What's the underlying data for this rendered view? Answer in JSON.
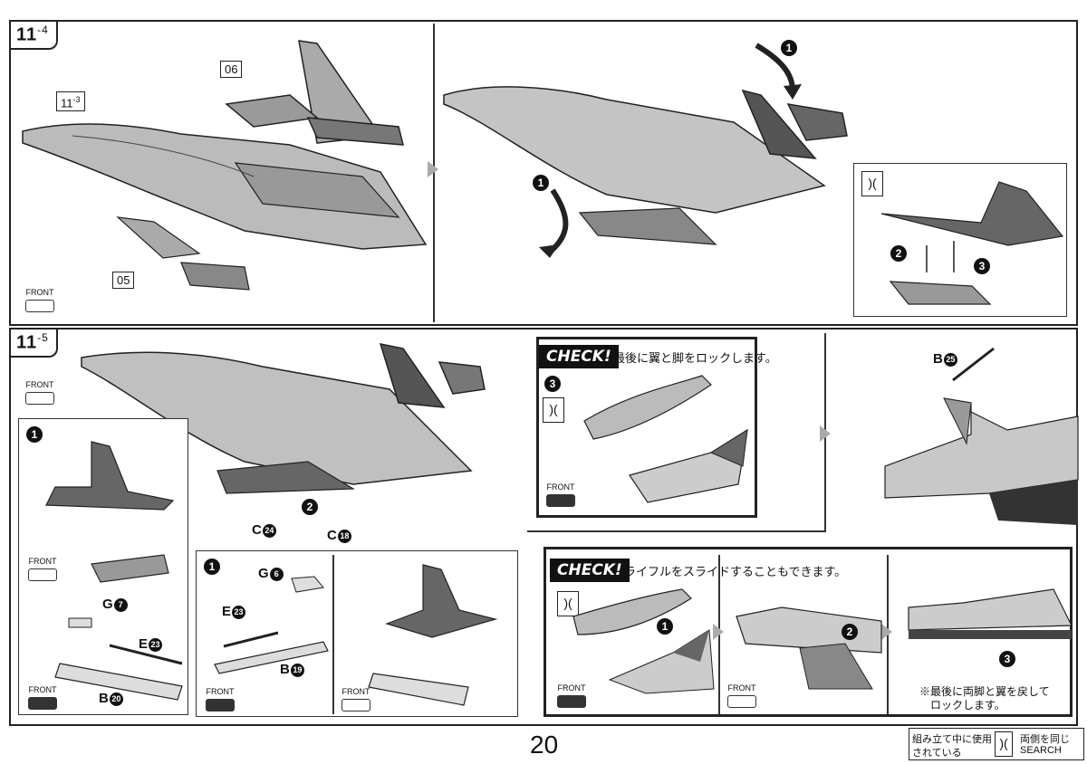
{
  "page_number": "20",
  "steps": {
    "s114": {
      "label": "11",
      "sub": "-4",
      "callout_prev": "11",
      "callout_prev_sub": "-3",
      "part_06": "06",
      "part_05": "05",
      "front": "FRONT"
    },
    "s115": {
      "label": "11",
      "sub": "-5",
      "front": "FRONT"
    }
  },
  "step_nums": {
    "one": "1",
    "two": "2",
    "three": "3"
  },
  "parts": {
    "c24": {
      "letter": "C",
      "num": "24"
    },
    "c18": {
      "letter": "C",
      "num": "18"
    },
    "g7": {
      "letter": "G",
      "num": "7"
    },
    "e23": {
      "letter": "E",
      "num": "23"
    },
    "b20": {
      "letter": "B",
      "num": "20"
    },
    "g6": {
      "letter": "G",
      "num": "6"
    },
    "b19": {
      "letter": "B",
      "num": "19"
    },
    "b25": {
      "letter": "B",
      "num": "25"
    }
  },
  "check1": {
    "head": "CHECK!",
    "text": "最後に翼と脚をロックします。",
    "front": "FRONT"
  },
  "check2": {
    "head": "CHECK!",
    "text": "ライフルをスライドすることもできます。",
    "front": "FRONT",
    "note_l1": "※最後に両脚と翼を戻して",
    "note_l2": "ロックします。"
  },
  "footer": {
    "left_l1": "組み立て中に使用",
    "left_l2": "されている",
    "right_l1": "両側を同じ",
    "right_l2": "SEARCH"
  },
  "colors": {
    "ink": "#111111",
    "tone": "#b9b9b9",
    "arrow": "#aaaaaa"
  }
}
